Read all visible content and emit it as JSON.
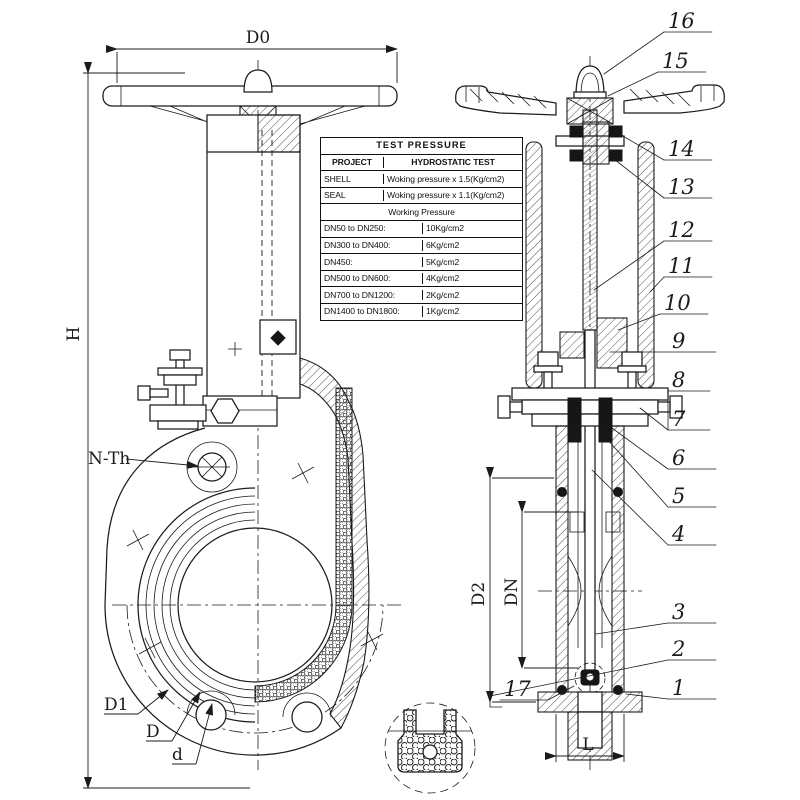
{
  "table": {
    "title": "TEST PRESSURE",
    "header": {
      "col1": "PROJECT",
      "col2": "HYDROSTATIC TEST"
    },
    "test_rows": [
      {
        "name": "SHELL",
        "value": "Woking pressure x 1.5(Kg/cm2)"
      },
      {
        "name": "SEAL",
        "value": "Woking pressure x 1.1(Kg/cm2)"
      }
    ],
    "working_pressure_title": "Working Pressure",
    "working_pressure_rows": [
      {
        "range": "DN50 to DN250:",
        "value": "10Kg/cm2"
      },
      {
        "range": "DN300 to DN400:",
        "value": "6Kg/cm2"
      },
      {
        "range": "DN450:",
        "value": "5Kg/cm2"
      },
      {
        "range": "DN500 to DN600:",
        "value": "4Kg/cm2"
      },
      {
        "range": "DN700 to DN1200:",
        "value": "2Kg/cm2"
      },
      {
        "range": "DN1400 to DN1800:",
        "value": "1Kg/cm2"
      }
    ]
  },
  "dimensions": {
    "handwheel_diameter": "D0",
    "overall_height": "H",
    "bolt_thread": "N-Th",
    "bolt_circle": "D1",
    "flange_od_front": "D",
    "bolt_hole": "d",
    "flange_diameter": "D2",
    "nominal_bore": "DN",
    "face_to_face": "L"
  },
  "callouts": [
    {
      "label": "16"
    },
    {
      "label": "15"
    },
    {
      "label": "14"
    },
    {
      "label": "13"
    },
    {
      "label": "12"
    },
    {
      "label": "11"
    },
    {
      "label": "10"
    },
    {
      "label": "9"
    },
    {
      "label": "8"
    },
    {
      "label": "7"
    },
    {
      "label": "6"
    },
    {
      "label": "5"
    },
    {
      "label": "4"
    },
    {
      "label": "3"
    },
    {
      "label": "2"
    },
    {
      "label": "1"
    },
    {
      "label": "17"
    }
  ],
  "colors": {
    "line": "#1b1b1b",
    "background": "#ffffff"
  }
}
